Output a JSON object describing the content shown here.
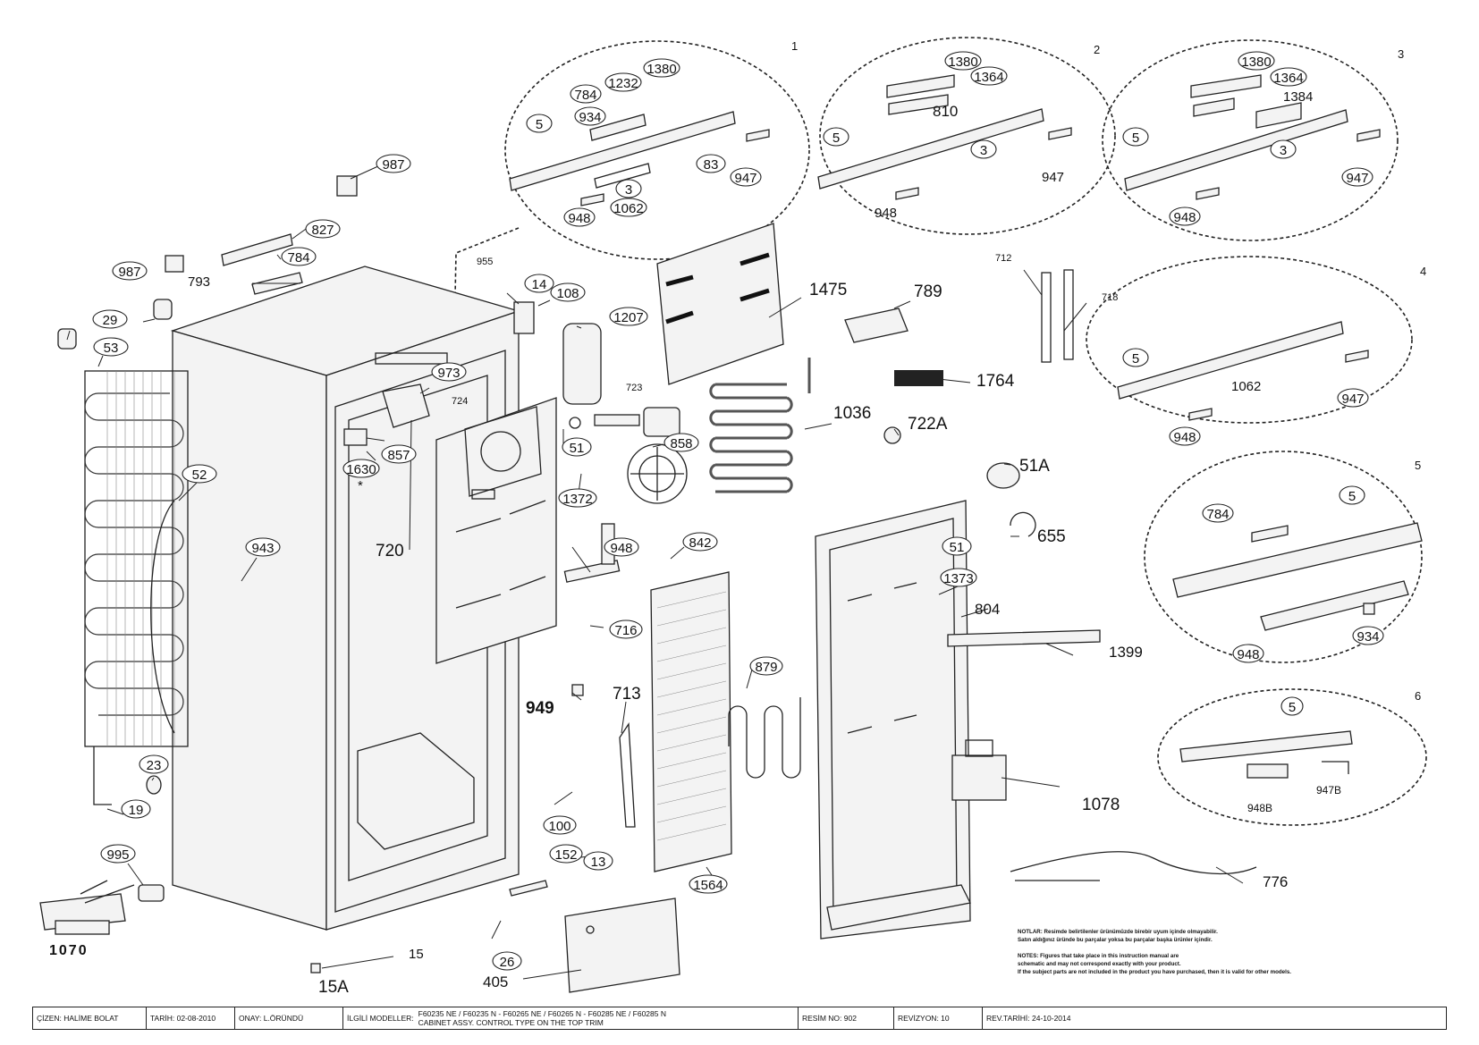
{
  "callouts": {
    "987a": "987",
    "987b": "987",
    "827": "827",
    "784a": "784",
    "793": "793",
    "29": "29",
    "53": "53",
    "52": "52",
    "943": "943",
    "23": "23",
    "19": "19",
    "995": "995",
    "1070": "1070",
    "15": "15",
    "15A": "15A",
    "26": "26",
    "405": "405",
    "955": "955",
    "14": "14",
    "108": "108",
    "1207": "1207",
    "973": "973",
    "724": "724",
    "1630": "1630",
    "857": "857",
    "720": "720",
    "51a": "51",
    "723": "723",
    "858": "858",
    "1372": "1372",
    "948a": "948",
    "842": "842",
    "716": "716",
    "949": "949",
    "713": "713",
    "879": "879",
    "100": "100",
    "152": "152",
    "13": "13",
    "1564": "1564",
    "1475": "1475",
    "789": "789",
    "1764": "1764",
    "1036": "1036",
    "722A": "722A",
    "51A": "51A",
    "655": "655",
    "51b": "51",
    "1373": "1373",
    "804": "804",
    "1399": "1399",
    "1078": "1078",
    "776": "776",
    "712": "712",
    "718": "718",
    "g1_5": "5",
    "g1_934": "934",
    "g1_784": "784",
    "g1_1232": "1232",
    "g1_1380": "1380",
    "g1_83": "83",
    "g1_947": "947",
    "g1_3": "3",
    "g1_1062": "1062",
    "g1_948": "948",
    "g2_1380": "1380",
    "g2_1364": "1364",
    "g2_810": "810",
    "g2_5": "5",
    "g2_3": "3",
    "g2_947": "947",
    "g2_948": "948",
    "g3_1380": "1380",
    "g3_1364": "1364",
    "g3_1384": "1384",
    "g3_5": "5",
    "g3_3": "3",
    "g3_947": "947",
    "g3_948": "948",
    "g4_5": "5",
    "g4_1062": "1062",
    "g4_947": "947",
    "g4_948": "948",
    "g5_784": "784",
    "g5_5": "5",
    "g5_948": "948",
    "g5_934": "934",
    "g6_5": "5",
    "g6_948B": "948B",
    "g6_947B": "947B",
    "star": "*"
  },
  "group_numbers": [
    "1",
    "2",
    "3",
    "4",
    "5",
    "6"
  ],
  "notes": {
    "tr_line1": "NOTLAR: Resimde belirtilenler ürünümüzde birebir uyum içinde olmayabilir.",
    "tr_line2": "Satın aldığınız üründe bu parçalar yoksa bu parçalar başka ürünler içindir.",
    "en_line1": "NOTES: Figures that take place in this instruction manual are",
    "en_line2": "schematic and may not correspond exactly with your product.",
    "en_line3": "If the subject parts are not included in the product you have purchased, then it is valid for other models."
  },
  "title_block": {
    "drawn_by": "ÇİZEN: HALİME BOLAT",
    "date": "TARİH: 02-08-2010",
    "approved": "ONAY: L.ÖRÜNDÜ",
    "related_models_label": "İLGİLİ MODELLER:",
    "related_models": "F60235 NE / F60235 N - F60265 NE / F60265 N - F60285 NE / F60285 N",
    "description": "CABINET ASSY. CONTROL TYPE ON THE TOP TRIM",
    "drawing_no": "RESİM NO: 902",
    "revision": "REVİZYON: 10",
    "revision_date": "REV.TARİHİ: 24-10-2014"
  }
}
